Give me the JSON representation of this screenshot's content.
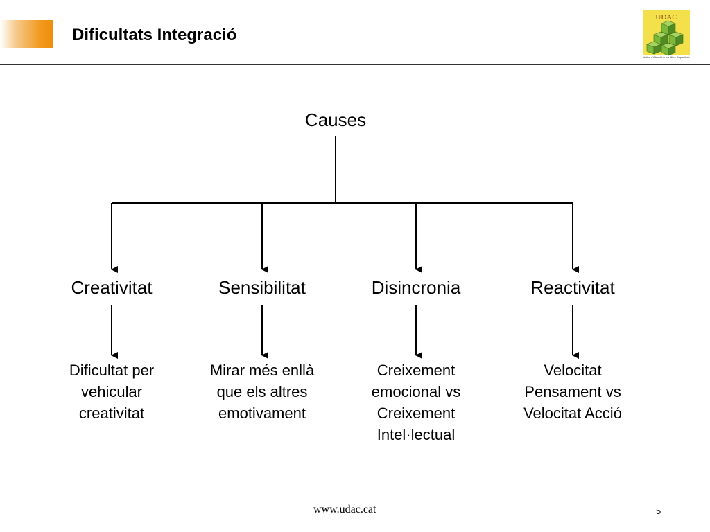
{
  "slide": {
    "title": "Dificultats Integració",
    "page_number": "5",
    "footer_url": "www.udac.cat"
  },
  "logo": {
    "text": "UDAC",
    "tagline": "Unitat d'Atenció a les Altes Capacitats",
    "colors": {
      "background": "#f3e04a",
      "cube": "#7cb83a",
      "cube_dark": "#4f8a22",
      "text": "#7a4a1a"
    }
  },
  "diagram": {
    "root": "Causes",
    "causes": [
      {
        "label": "Creativitat",
        "description": "Dificultat per\nvehicular\ncreativitat"
      },
      {
        "label": "Sensibilitat",
        "description": "Mirar més enllà\nque els altres\nemotivament"
      },
      {
        "label": "Disincronia",
        "description": "Creixement\nemocional vs\nCreixement\nIntel·lectual"
      },
      {
        "label": "Reactivitat",
        "description": "Velocitat\nPensament vs\nVelocitat Acció"
      }
    ]
  },
  "colors": {
    "accent": "#ee8c0a",
    "lines": "#000000"
  }
}
